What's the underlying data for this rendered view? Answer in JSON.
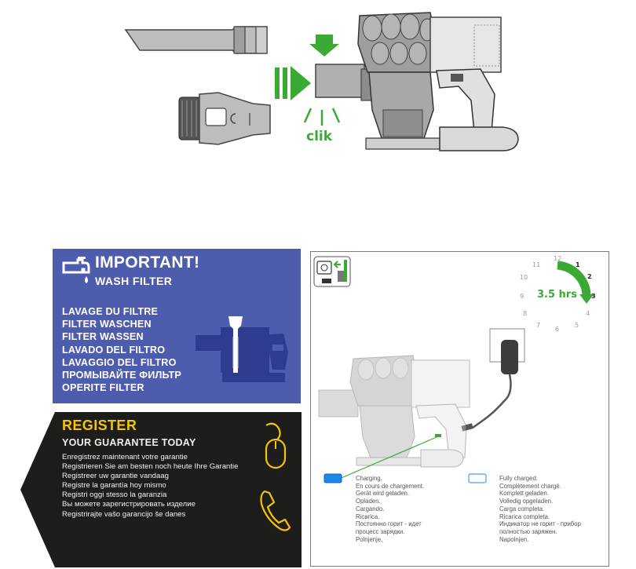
{
  "top": {
    "clik_label": "clik"
  },
  "important": {
    "title": "IMPORTANT!",
    "subtitle": "WASH FILTER",
    "items": [
      "LAVAGE DU FILTRE",
      "FILTER WASCHEN",
      "FILTER WASSEN",
      "LAVADO DEL FILTRO",
      "LAVAGGIO DEL FILTRO",
      "ПРОМЫВАЙТЕ ФИЛЬТР",
      "OPERITE FILTER"
    ],
    "bg_color": "#4e5cad"
  },
  "register": {
    "title": "REGISTER",
    "subtitle": "YOUR GUARANTEE TODAY",
    "items": [
      "Enregistrez maintenant votre garantie",
      "Registrieren Sie am besten noch heute Ihre Garantie",
      "Registreer uw garantie vandaag",
      "Registre la garantía hoy mismo",
      "Registri oggi stesso la garanzia",
      "Вы можете зарегистрировать изделие",
      "Registrirajte vašo garancijo še danes"
    ],
    "title_color": "#f5c400",
    "bg_color": "#1d1d1b"
  },
  "charging": {
    "duration_label": "3.5 hrs",
    "clock_numbers": [
      "12",
      "1",
      "2",
      "3",
      "4",
      "5",
      "6",
      "7",
      "8",
      "9",
      "10",
      "11"
    ],
    "charging_status": [
      "Charging.",
      "En cours de chargement.",
      "Gerät wird geladen.",
      "Opladen.",
      "Cargando.",
      "Ricarica.",
      "Постоянно горит - идет",
      "процесс зарядки.",
      "Polnjenje."
    ],
    "charged_status": [
      "Fully charged.",
      "Complètement chargé.",
      "Komplett geladen.",
      "Volledig opgeladen.",
      "Carga completa.",
      "Ricarica completa.",
      "Индикатор не горит - прибор",
      "полностью заряжен.",
      "Napolnjen."
    ],
    "accent_color": "#3aaa35",
    "led_color": "#1e88e5"
  }
}
